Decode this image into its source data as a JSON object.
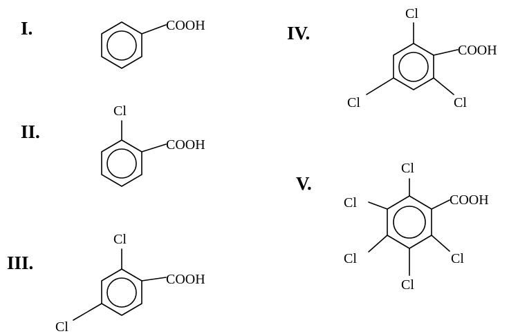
{
  "structures": [
    {
      "label": "I.",
      "groups": [
        "COOH"
      ]
    },
    {
      "label": "II.",
      "groups": [
        "Cl",
        "COOH"
      ]
    },
    {
      "label": "III.",
      "groups": [
        "Cl",
        "COOH",
        "Cl"
      ]
    },
    {
      "label": "IV.",
      "groups": [
        "Cl",
        "COOH",
        "Cl",
        "Cl"
      ]
    },
    {
      "label": "V.",
      "groups": [
        "Cl",
        "COOH",
        "Cl",
        "Cl",
        "Cl",
        "Cl"
      ]
    }
  ]
}
